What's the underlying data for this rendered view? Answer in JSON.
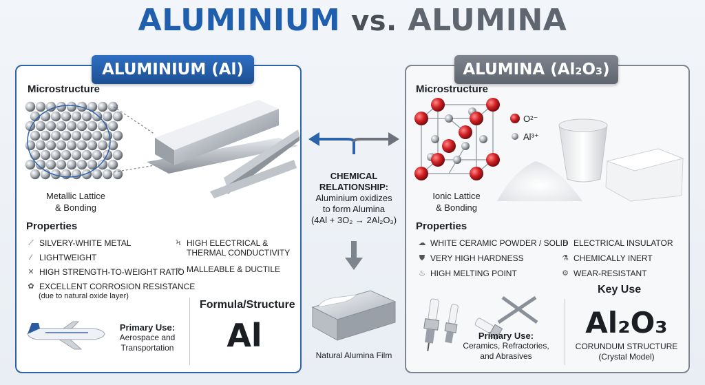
{
  "title": {
    "part1": "ALUMINIUM",
    "part2": "vs.",
    "part3": "ALUMINA"
  },
  "left": {
    "banner": "ALUMINIUM (Al)",
    "microstructure": "Microstructure",
    "lattice_caption_1": "Metallic Lattice",
    "lattice_caption_2": "& Bonding",
    "properties_heading": "Properties",
    "properties": [
      {
        "icon": "shine-icon",
        "label": "SILVERY-WHITE METAL"
      },
      {
        "icon": "feather-icon",
        "label": "LIGHTWEIGHT"
      },
      {
        "icon": "cross-icon",
        "label": "HIGH STRENGTH-TO-WEIGHT RATIO"
      },
      {
        "icon": "wrench-icon",
        "label": "EXCELLENT CORROSION RESISTANCE"
      },
      {
        "icon": "bolt-icon",
        "label": "HIGH ELECTRICAL &"
      },
      {
        "icon": "chain-icon",
        "label": "MALLEABLE & DUCTILE"
      }
    ],
    "prop_electrical_line2": "THERMAL CONDUCTIVITY",
    "corrosion_note": "(due to natural oxide layer)",
    "primary_use_label": "Primary Use:",
    "primary_use_1": "Aerospace and",
    "primary_use_2": "Transportation",
    "formula_heading": "Formula/Structure",
    "formula": "Al"
  },
  "center": {
    "relationship_1": "CHEMICAL",
    "relationship_2": "RELATIONSHIP:",
    "relationship_3": "Aluminium oxidizes",
    "relationship_4": "to form Alumina",
    "equation": "(4Al + 3O₂ → 2Al₂O₃)",
    "film_caption": "Natural Alumina Film"
  },
  "right": {
    "banner": "ALUMINA (Al₂O₃)",
    "microstructure": "Microstructure",
    "ion_o": "O²⁻",
    "ion_al": "Al³⁺",
    "lattice_caption_1": "Ionic Lattice",
    "lattice_caption_2": "& Bonding",
    "properties_heading": "Properties",
    "properties": [
      {
        "icon": "powder-icon",
        "label": "WHITE CERAMIC POWDER / SOLID"
      },
      {
        "icon": "shield-icon",
        "label": "VERY HIGH HARDNESS"
      },
      {
        "icon": "flame-icon",
        "label": "HIGH MELTING POINT"
      },
      {
        "icon": "bolt-icon",
        "label": "ELECTRICAL INSULATOR"
      },
      {
        "icon": "flask-icon",
        "label": "CHEMICALLY INERT"
      },
      {
        "icon": "gear-icon",
        "label": "WEAR-RESISTANT"
      }
    ],
    "key_use_heading": "Key Use",
    "primary_use_label": "Primary Use:",
    "primary_use_1": "Ceramics, Refractories,",
    "primary_use_2": "and Abrasives",
    "formula": "Al₂O₃",
    "structure_1": "CORUNDUM STRUCTURE",
    "structure_2": "(Crystal Model)"
  },
  "colors": {
    "aluminium_blue": "#2d63a8",
    "alumina_gray": "#6b727b",
    "oxygen_red": "#d11f23",
    "aluminium_ion": "#a9adb3"
  }
}
